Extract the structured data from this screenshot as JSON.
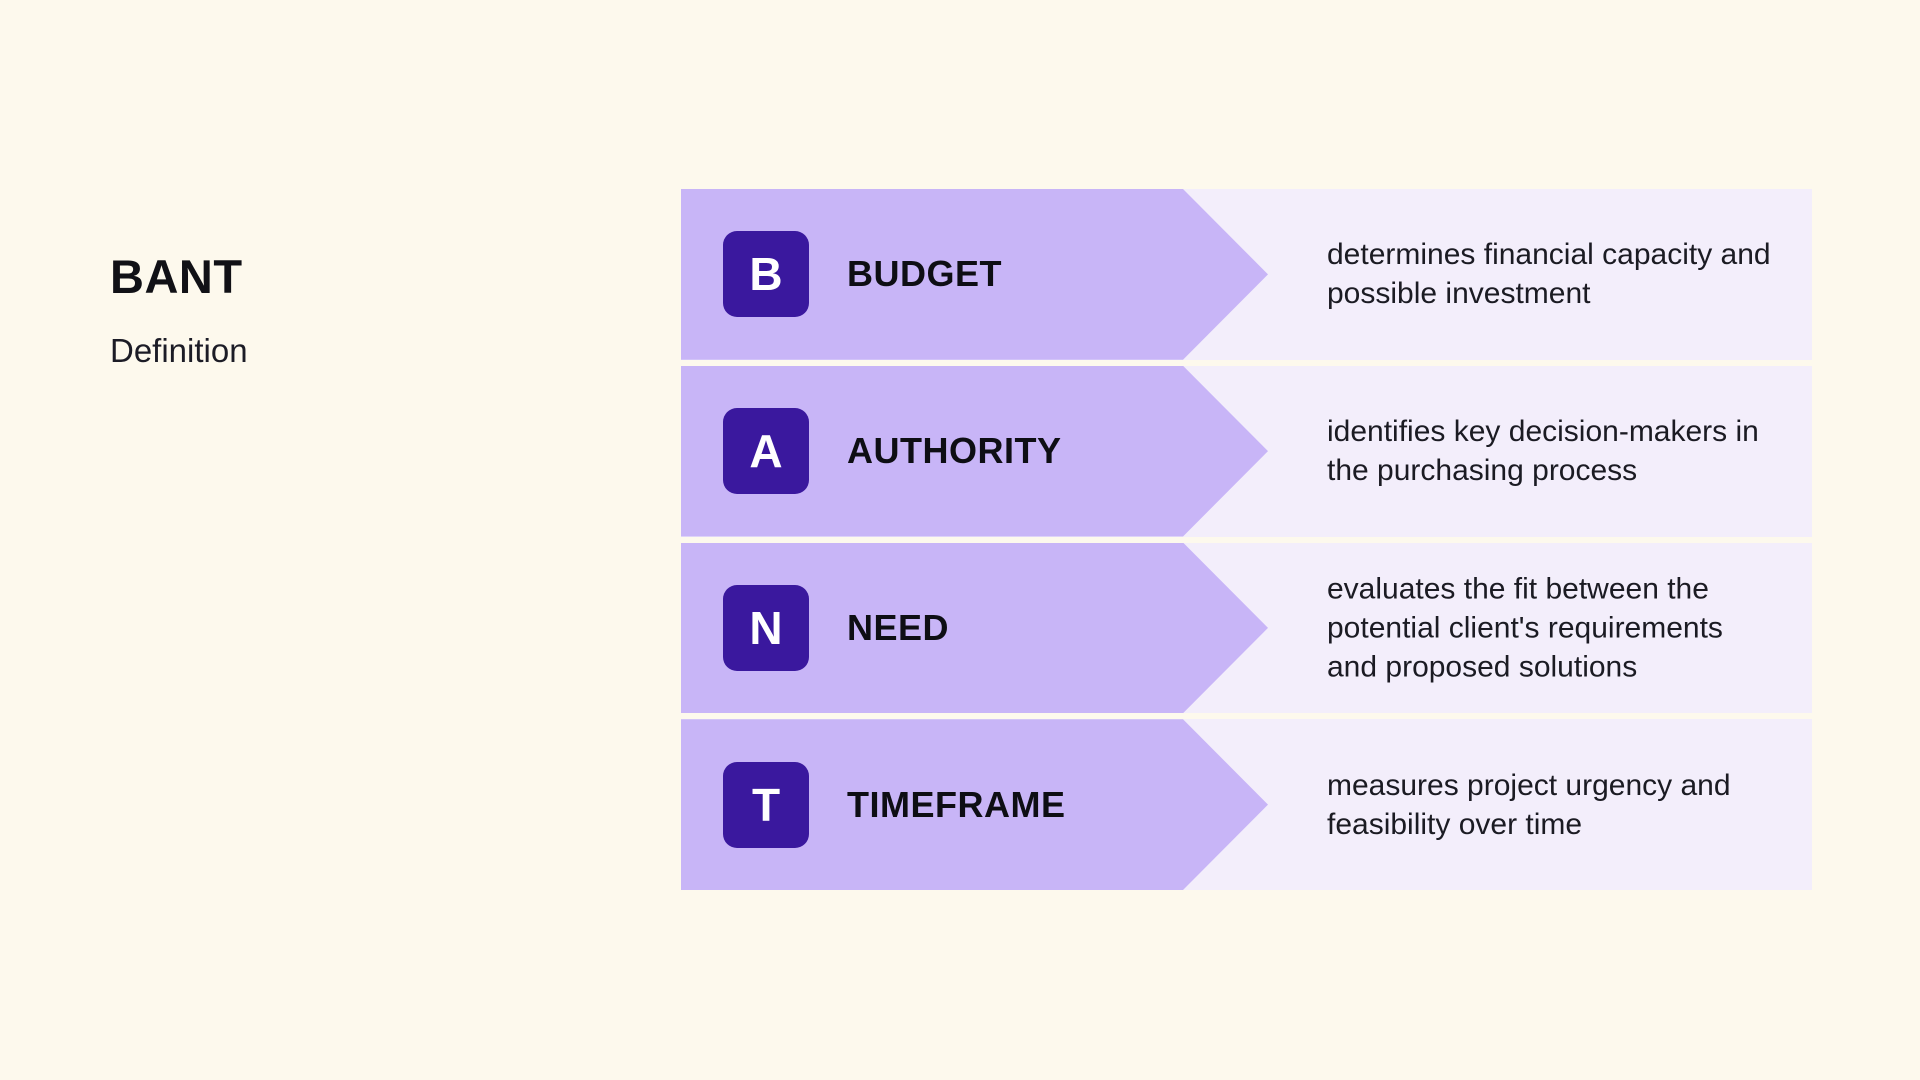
{
  "header": {
    "title": "BANT",
    "subtitle": "Definition"
  },
  "colors": {
    "bg": "#fdf9ed",
    "arrow": "#c8b5f7",
    "panel": "#f3eefb",
    "badge": "#3a189e",
    "ink": "#16161e"
  },
  "rows": [
    {
      "letter": "B",
      "label": "BUDGET",
      "description": "determines financial capacity and\npossible investment"
    },
    {
      "letter": "A",
      "label": "AUTHORITY",
      "description": "identifies key decision-makers in\nthe purchasing process"
    },
    {
      "letter": "N",
      "label": "NEED",
      "description": "evaluates the fit between the\npotential client's requirements\nand proposed solutions"
    },
    {
      "letter": "T",
      "label": "TIMEFRAME",
      "description": "measures project urgency and\nfeasibility over time"
    }
  ]
}
